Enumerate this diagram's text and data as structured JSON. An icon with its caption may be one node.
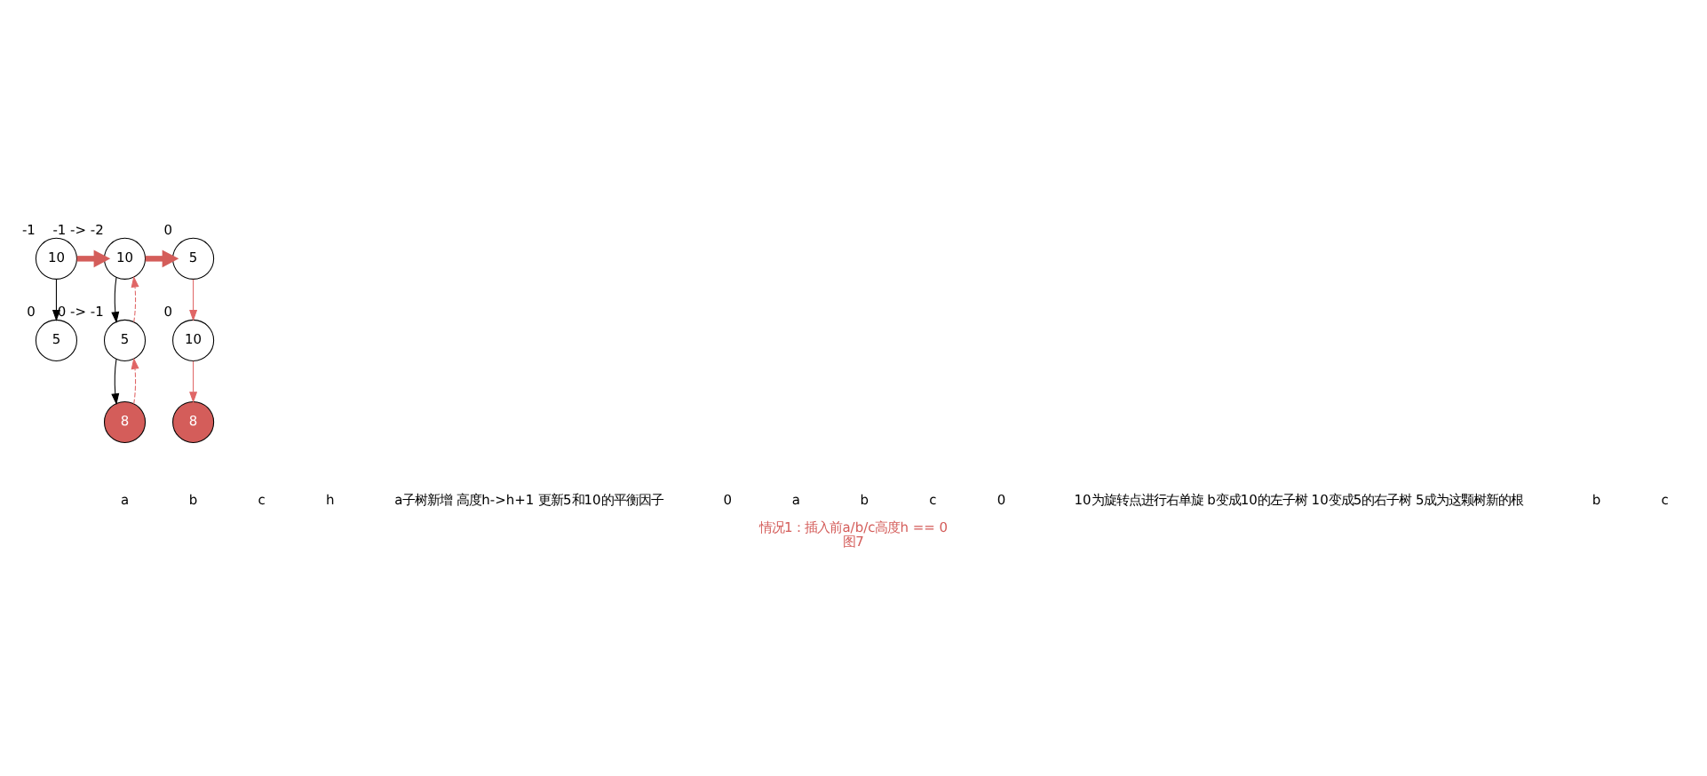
{
  "diagram": {
    "title": "情况1：插入前a/b/c高度h == 0",
    "caption": "图7",
    "nodes": [
      {
        "text": [
          "10"
        ],
        "beside": [
          "-1"
        ]
      },
      {
        "text": [
          "5"
        ],
        "beside": [
          "0"
        ]
      },
      {
        "text": [
          "10"
        ],
        "beside": [
          "-1 -> -2"
        ]
      },
      {
        "text": [
          "5"
        ],
        "beside": [
          "0 -> -1"
        ]
      },
      {
        "text": [
          "8"
        ]
      },
      {
        "text": [
          "5"
        ],
        "beside": [
          "0"
        ]
      },
      {
        "text": [
          "10"
        ],
        "beside": [
          "0"
        ]
      },
      {
        "text": [
          "8"
        ]
      }
    ],
    "edges": [
      {
        "from": 0,
        "to": 1,
        "arrow": "to",
        "color": "#000000"
      },
      {
        "from": 0,
        "to": 2,
        "arrow": "to",
        "style": "thick",
        "color": "#d45d5a"
      },
      {
        "from": 2,
        "to": 3,
        "arrow": "to",
        "color": "#000000"
      },
      {
        "from": 3,
        "to": 4,
        "arrow": "to",
        "color": "#000000"
      },
      {
        "from": 4,
        "to": 3,
        "arrow": "to",
        "style": "dashed",
        "color": "#e06666"
      },
      {
        "from": 3,
        "to": 2,
        "arrow": "to",
        "style": "dashed",
        "color": "#e06666"
      },
      {
        "from": 2,
        "to": 5,
        "arrow": "to",
        "style": "thick",
        "color": "#d45d5a"
      },
      {
        "from": 5,
        "to": 6,
        "arrow": "to",
        "color": "#e06666"
      },
      {
        "from": 6,
        "to": 7,
        "arrow": "to",
        "color": "#e06666"
      }
    ],
    "labels": [
      "a",
      "b",
      "c",
      "h",
      "a子树新增 高度h->h+1 更新5和10的平衡因子",
      "0",
      "a",
      "b",
      "c",
      "0",
      "10为旋转点进行右单旋 b变成10的左子树 10变成5的右子树 5成为这颗树新的根",
      "b",
      "c"
    ]
  }
}
